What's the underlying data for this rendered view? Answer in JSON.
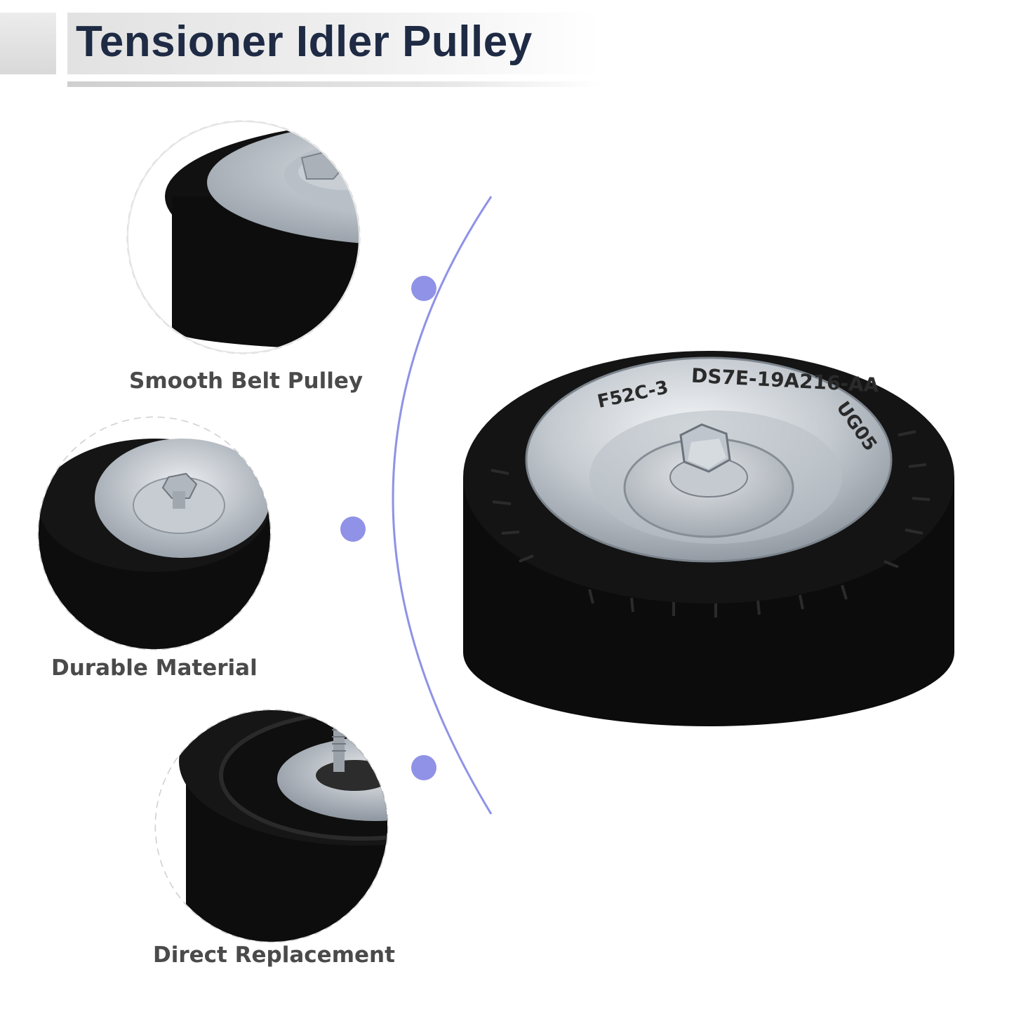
{
  "title": "Tensioner Idler Pulley",
  "features": [
    {
      "label": "Smooth Belt Pulley"
    },
    {
      "label": "Durable Material"
    },
    {
      "label": "Direct Replacement"
    }
  ],
  "markings": {
    "left": "F52C-3",
    "center": "DS7E-19A216-AA",
    "right": "UG05"
  },
  "colors": {
    "title": "#1f2b44",
    "label": "#4a4a4a",
    "timeline": "#8f92e6",
    "node": "#8f92e6"
  }
}
